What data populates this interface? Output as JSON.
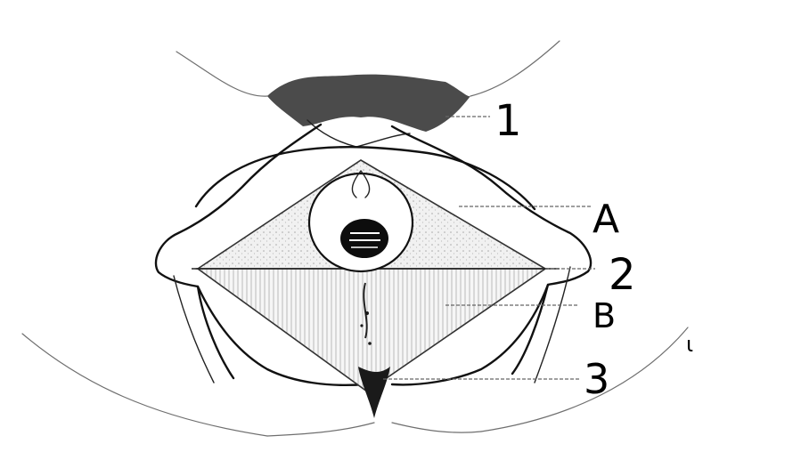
{
  "labels": {
    "label_1": "1",
    "label_A": "A",
    "label_2": "2",
    "label_B": "B",
    "label_3": "3",
    "stray_mark": "ɩ"
  },
  "colors": {
    "ink": "#111111",
    "hair": "#1a1a1a",
    "triangle_a_fill": "#d9d9d9",
    "triangle_b_fill": "#e6e6e6",
    "background": "#ffffff"
  }
}
